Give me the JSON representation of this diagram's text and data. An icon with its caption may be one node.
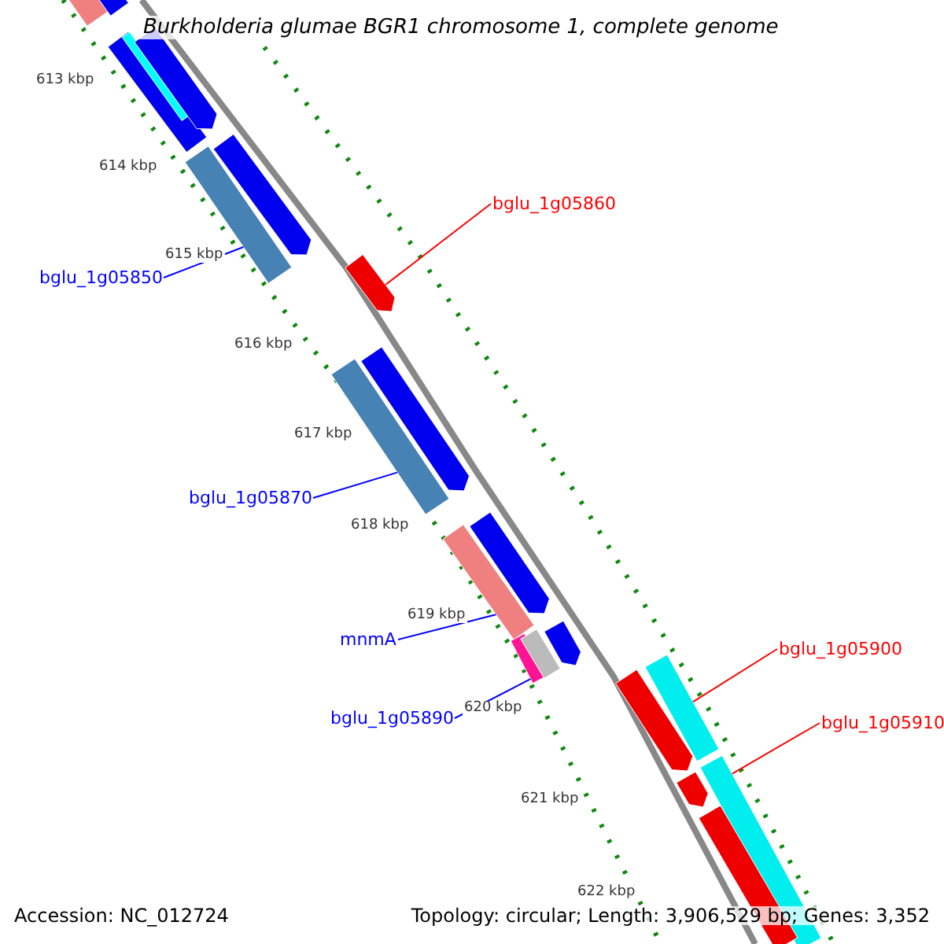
{
  "diagram": {
    "title": "Burkholderia glumae BGR1 chromosome 1, complete genome",
    "nodes": [
      {
        "text": [
          "bglu_1g05850"
        ]
      },
      {
        "text": [],
        "shape": "bar"
      },
      {
        "text": [
          "bglu_1g05860"
        ]
      },
      {
        "text": [],
        "shape": "bar"
      },
      {
        "text": [
          "bglu_1g05870"
        ]
      },
      {
        "text": [],
        "shape": "bar"
      },
      {
        "text": [
          "mnmA"
        ]
      },
      {
        "text": [],
        "shape": "bar"
      },
      {
        "text": [
          "bglu_1g05890"
        ]
      },
      {
        "text": [],
        "shape": "bar"
      },
      {
        "text": [
          "bglu_1g05900"
        ]
      },
      {
        "text": [],
        "shape": "bar"
      },
      {
        "text": [
          "bglu_1g05910"
        ]
      },
      {
        "text": [],
        "shape": "bar"
      },
      {
        "text": [],
        "shape": "bar"
      },
      {
        "text": [],
        "shape": "bar"
      },
      {
        "text": [],
        "shape": "bar"
      },
      {
        "text": [],
        "shape": "bar",
        "in": 16
      },
      {
        "text": [],
        "shape": "bar"
      },
      {
        "text": [],
        "shape": "bar"
      },
      {
        "text": [],
        "shape": "bar"
      },
      {
        "text": [],
        "shape": "bar"
      },
      {
        "text": [],
        "shape": "bar"
      },
      {
        "text": [],
        "shape": "bar"
      },
      {
        "text": [],
        "shape": "bar"
      },
      {
        "text": [],
        "shape": "bar"
      },
      {
        "text": [],
        "shape": "bar"
      }
    ],
    "edges": [
      {
        "from": 0,
        "to": 1,
        "arrow": "none"
      },
      {
        "from": 2,
        "to": 3,
        "arrow": "none",
        "color": "#ff0000"
      },
      {
        "from": 4,
        "to": 5,
        "arrow": "none"
      },
      {
        "from": 6,
        "to": 7,
        "arrow": "none"
      },
      {
        "from": 8,
        "to": 9,
        "arrow": "none"
      },
      {
        "from": 10,
        "to": 11,
        "arrow": "none",
        "color": "#ff0000"
      },
      {
        "from": 12,
        "to": 13,
        "arrow": "none",
        "color": "#ff0000"
      }
    ],
    "labels": [
      "613 kbp",
      "614 kbp",
      "615 kbp",
      "616 kbp",
      "617 kbp",
      "618 kbp",
      "619 kbp",
      "620 kbp",
      "621 kbp",
      "622 kbp",
      "Accession: NC_012724",
      "Topology: circular; Length: 3,906,529 bp; Genes: 3,352"
    ]
  }
}
